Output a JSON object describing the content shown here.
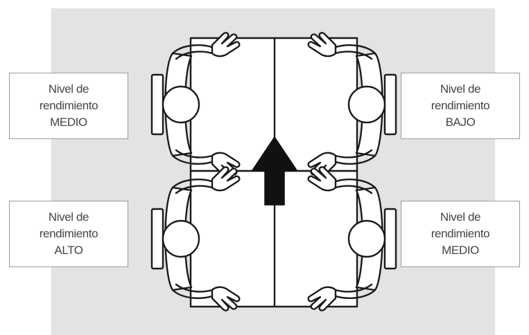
{
  "labels": {
    "top_left": {
      "line1": "Nivel de",
      "line2": "rendimiento",
      "line3": "MEDIO"
    },
    "top_right": {
      "line1": "Nivel de",
      "line2": "rendimiento",
      "line3": "BAJO"
    },
    "bottom_left": {
      "line1": "Nivel de",
      "line2": "rendimiento",
      "line3": "ALTO"
    },
    "bottom_right": {
      "line1": "Nivel de",
      "line2": "rendimiento",
      "line3": "MEDIO"
    }
  },
  "colors": {
    "background_panel": "#e3e3e3",
    "box_border": "#9a9a9a",
    "text": "#444444",
    "line": "#1a1a1a"
  },
  "icons": [
    "person-top-left-icon",
    "person-top-right-icon",
    "person-bottom-left-icon",
    "person-bottom-right-icon",
    "arrow-up-icon"
  ]
}
